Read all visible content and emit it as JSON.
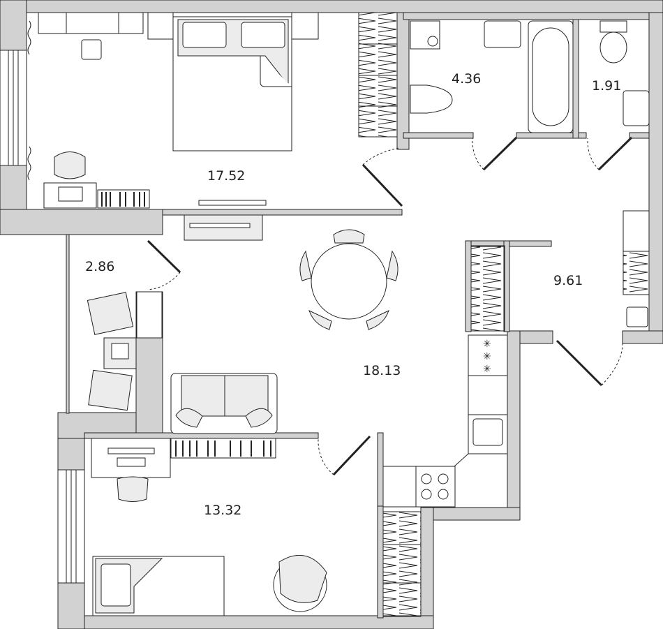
{
  "colors": {
    "wall": "#d2d2d2",
    "stroke": "#222222",
    "furniture_fill": "#ececec",
    "background": "#ffffff"
  },
  "rooms": [
    {
      "id": "bedroom-1",
      "area": "17.52"
    },
    {
      "id": "bathroom",
      "area": "4.36"
    },
    {
      "id": "toilet",
      "area": "1.91"
    },
    {
      "id": "hallway",
      "area": "9.61"
    },
    {
      "id": "storage",
      "area": "2.86"
    },
    {
      "id": "living-kitchen",
      "area": "18.13"
    },
    {
      "id": "bedroom-2",
      "area": "13.32"
    }
  ]
}
